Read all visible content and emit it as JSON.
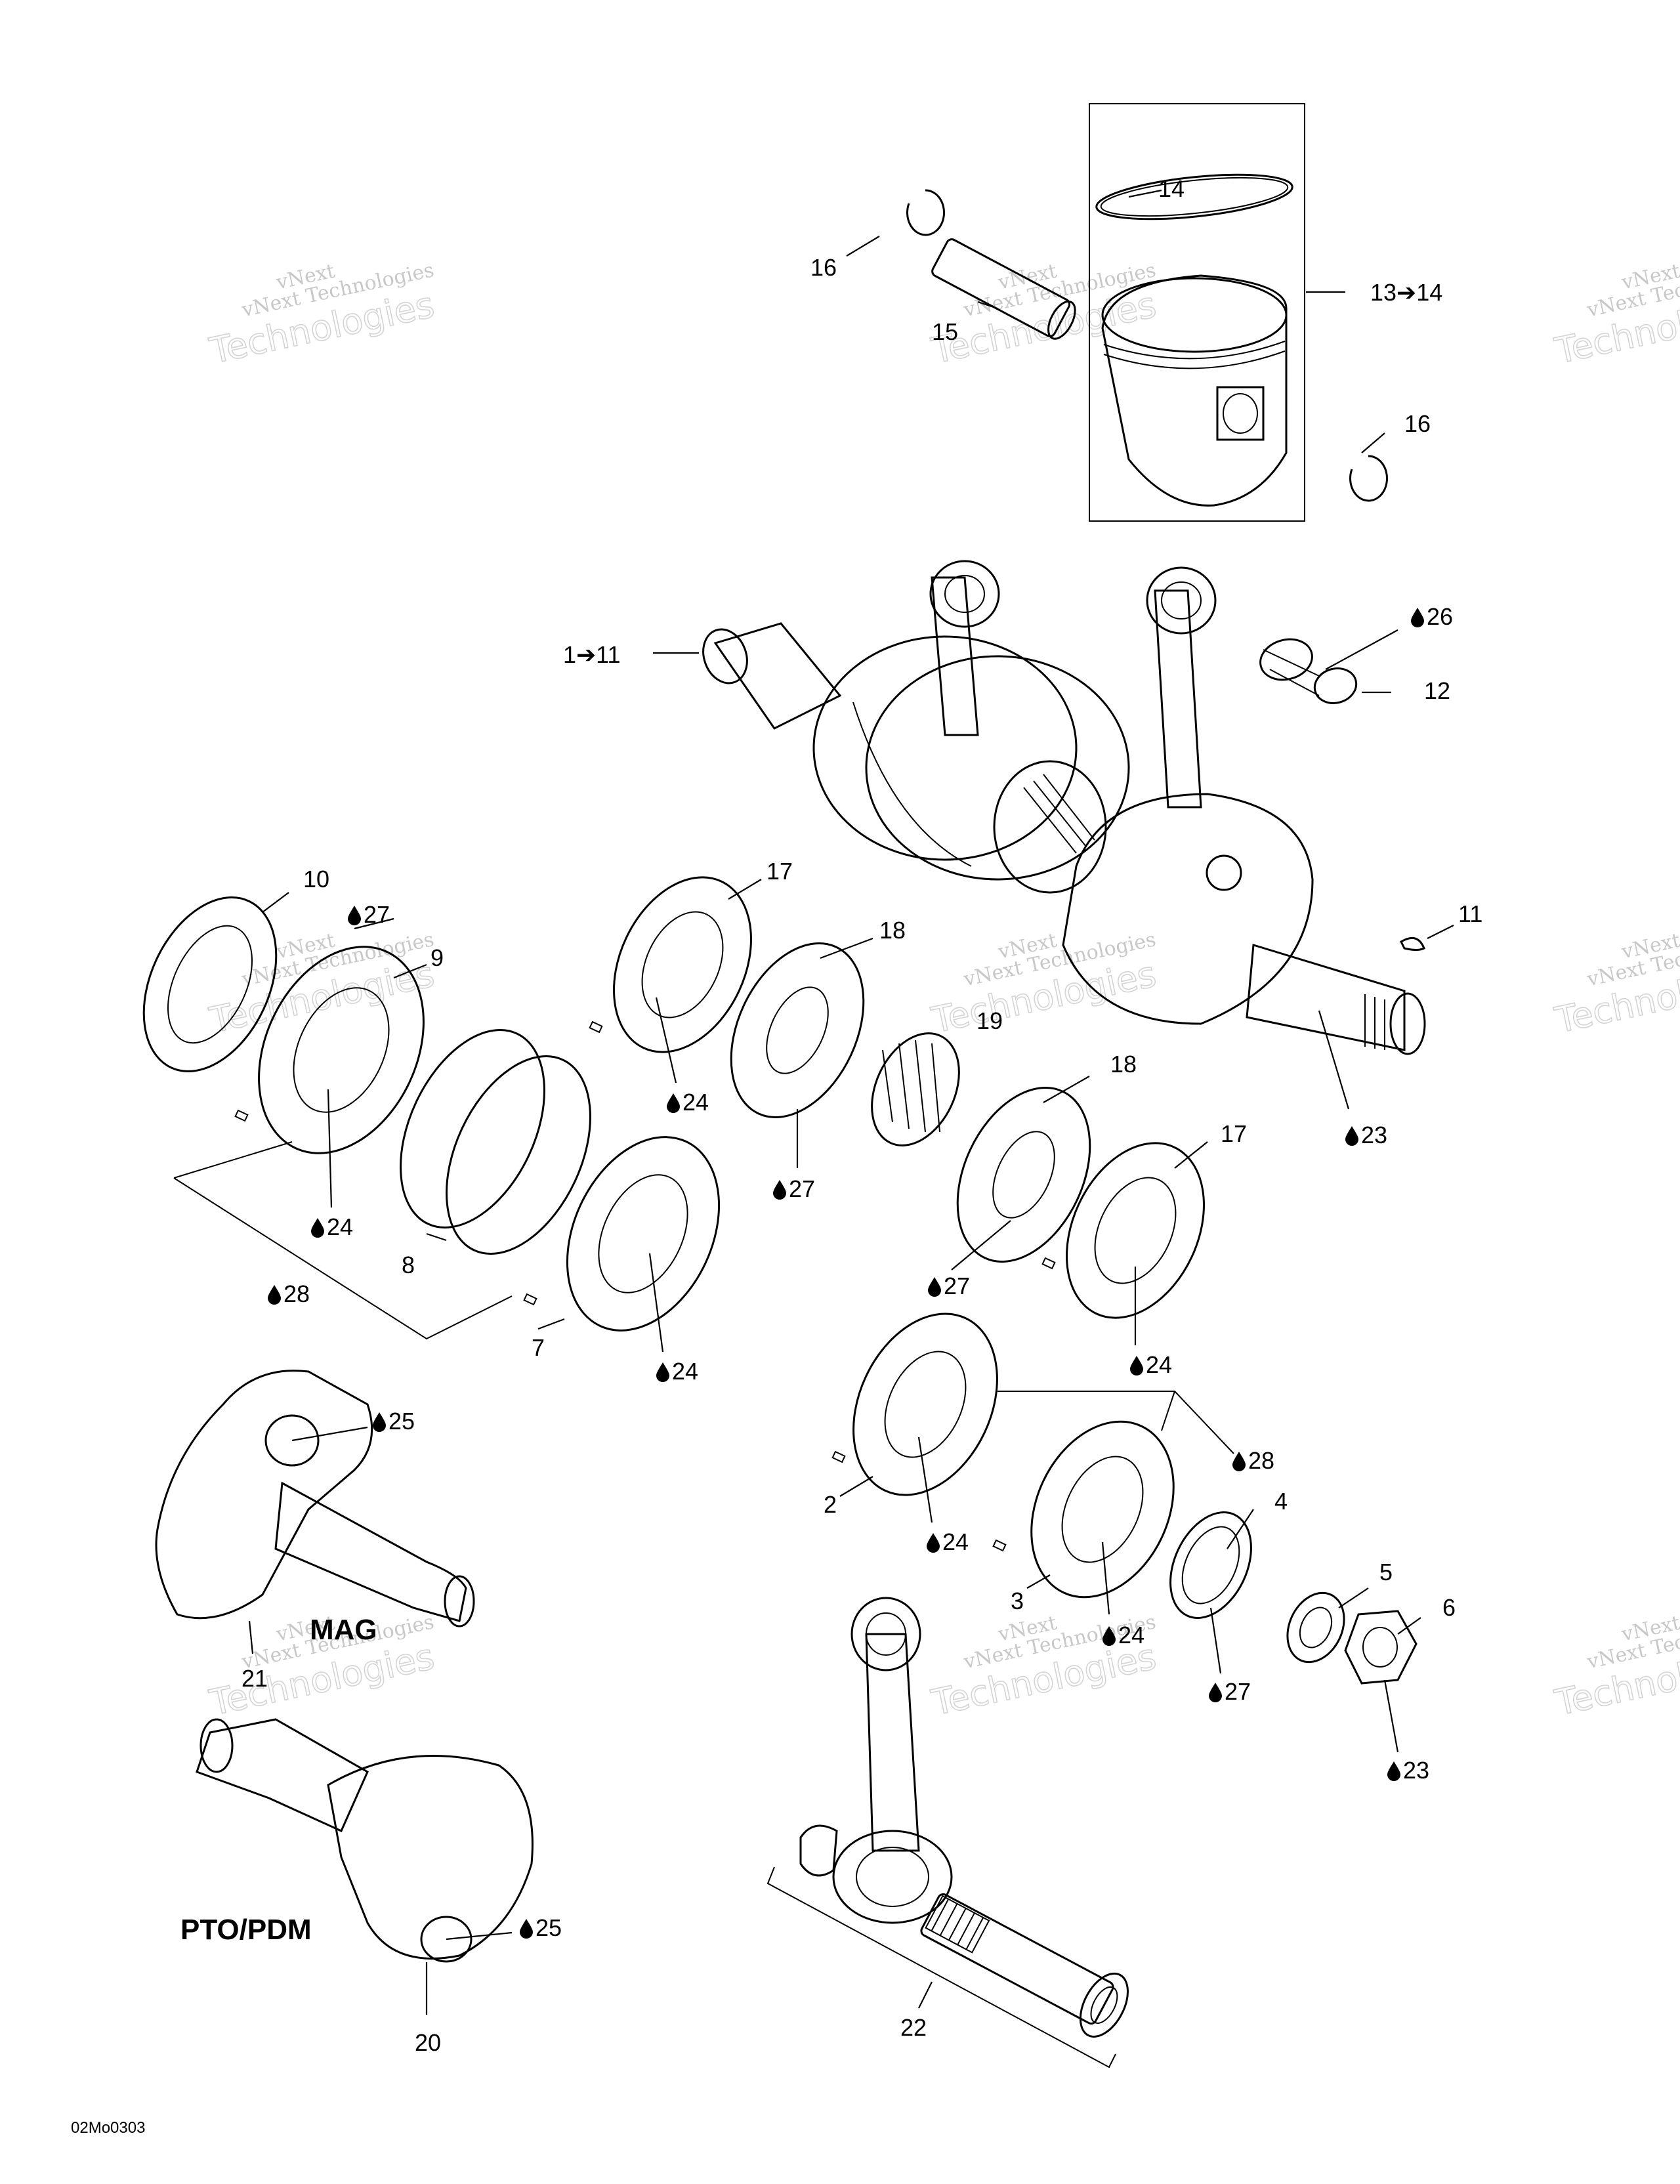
{
  "figure_code": "02Mo0303",
  "section_labels": {
    "mag": "MAG",
    "pto": "PTO/PDM"
  },
  "watermark": {
    "line1": "vNext",
    "line2": "vNext Technologies",
    "line3": "Technologies"
  },
  "callouts": {
    "c1": "1➔11",
    "c2": "2",
    "c3": "3",
    "c4": "4",
    "c5": "5",
    "c6": "6",
    "c7": "7",
    "c8": "8",
    "c9": "9",
    "c10": "10",
    "c11": "11",
    "c12": "12",
    "c13": "13➔14",
    "c14": "14",
    "c15": "15",
    "c16a": "16",
    "c16b": "16",
    "c17a": "17",
    "c17b": "17",
    "c18a": "18",
    "c18b": "18",
    "c19": "19",
    "c20": "20",
    "c21": "21",
    "c22": "22",
    "c23a": "23",
    "c23b": "23",
    "c24a": "24",
    "c24b": "24",
    "c24c": "24",
    "c24d": "24",
    "c24e": "24",
    "c24f": "24",
    "c25a": "25",
    "c25b": "25",
    "c26": "26",
    "c27a": "27",
    "c27b": "27",
    "c27c": "27",
    "c27d": "27",
    "c28a": "28",
    "c28b": "28"
  },
  "colors": {
    "line": "#000000",
    "watermark": "#c8c8c8",
    "background": "#ffffff"
  },
  "icons": {
    "lubricant": "oil-drop-icon"
  }
}
